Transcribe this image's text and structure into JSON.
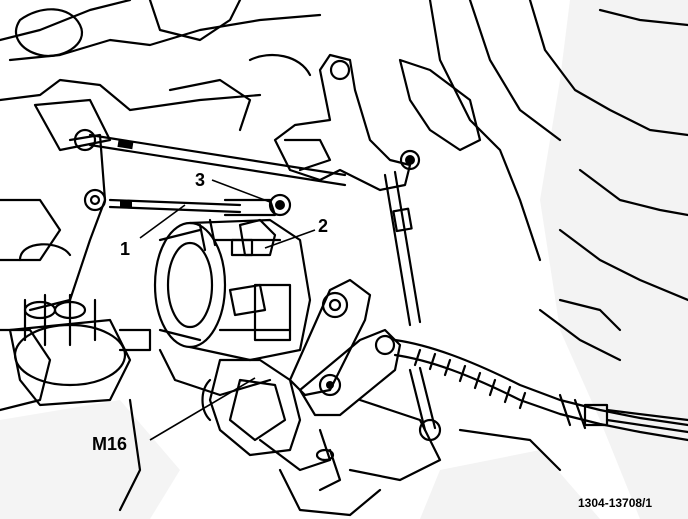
{
  "callouts": [
    {
      "id": "1",
      "label": "1"
    },
    {
      "id": "2",
      "label": "2"
    },
    {
      "id": "3",
      "label": "3"
    },
    {
      "id": "m16",
      "label": "M16"
    }
  ],
  "figure_ref": "1304-13708/1",
  "colors": {
    "ink": "#000000",
    "paper": "#ffffff",
    "shade": "#d9d9d9"
  }
}
